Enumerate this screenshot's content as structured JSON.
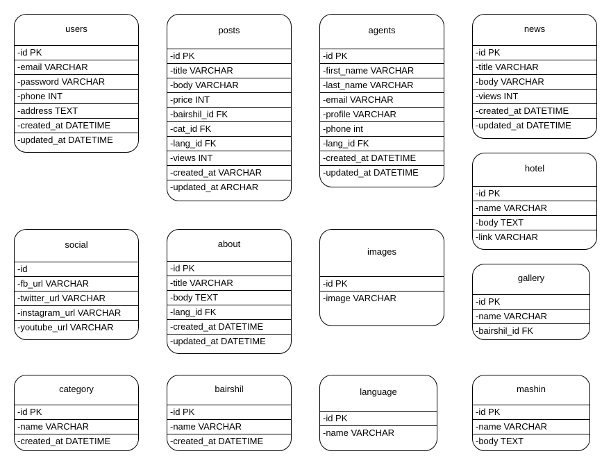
{
  "entities": [
    {
      "key": "users",
      "title": "users",
      "attributes": [
        "-id PK",
        "-email VARCHAR",
        "-password VARCHAR",
        "-phone INT",
        "-address TEXT",
        "-created_at DATETIME",
        "-updated_at DATETIME"
      ]
    },
    {
      "key": "posts",
      "title": "posts",
      "attributes": [
        "-id PK",
        "-title VARCHAR",
        "-body VARCHAR",
        "-price INT",
        "-bairshil_id FK",
        "-cat_id FK",
        "-lang_id FK",
        "-views INT",
        "-created_at VARCHAR",
        "-updated_at ARCHAR"
      ]
    },
    {
      "key": "agents",
      "title": "agents",
      "attributes": [
        "-id PK",
        "-first_name VARCHAR",
        "-last_name VARCHAR",
        "-email VARCHAR",
        "-profile VARCHAR",
        "-phone int",
        "-lang_id FK",
        "-created_at DATETIME",
        "-updated_at DATETIME"
      ]
    },
    {
      "key": "news",
      "title": "news",
      "attributes": [
        "-id PK",
        "-title VARCHAR",
        "-body VARCHAR",
        "-views INT",
        "-created_at DATETIME",
        "-updated_at DATETIME"
      ]
    },
    {
      "key": "hotel",
      "title": "hotel",
      "attributes": [
        "-id PK",
        "-name VARCHAR",
        "-body TEXT",
        "-link VARCHAR"
      ]
    },
    {
      "key": "social",
      "title": "social",
      "attributes": [
        "-id",
        "-fb_url VARCHAR",
        "-twitter_url VARCHAR",
        "-instagram_url VARCHAR",
        "-youtube_url VARCHAR"
      ]
    },
    {
      "key": "about",
      "title": "about",
      "attributes": [
        "-id PK",
        "-title VARCHAR",
        "-body TEXT",
        "-lang_id FK",
        "-created_at DATETIME",
        "-updated_at DATETIME"
      ]
    },
    {
      "key": "images",
      "title": "images",
      "attributes": [
        "-id PK",
        "-image VARCHAR"
      ]
    },
    {
      "key": "gallery",
      "title": "gallery",
      "attributes": [
        "-id PK",
        "-name VARCHAR",
        "-bairshil_id FK"
      ]
    },
    {
      "key": "category",
      "title": "category",
      "attributes": [
        "-id PK",
        "-name VARCHAR",
        "-created_at DATETIME"
      ]
    },
    {
      "key": "bairshil",
      "title": "bairshil",
      "attributes": [
        "-id PK",
        "-name VARCHAR",
        "-created_at DATETIME"
      ]
    },
    {
      "key": "language",
      "title": "language",
      "attributes": [
        "-id PK",
        "-name VARCHAR"
      ]
    },
    {
      "key": "mashin",
      "title": "mashin",
      "attributes": [
        "-id PK",
        "-name VARCHAR",
        "-body TEXT"
      ]
    }
  ]
}
